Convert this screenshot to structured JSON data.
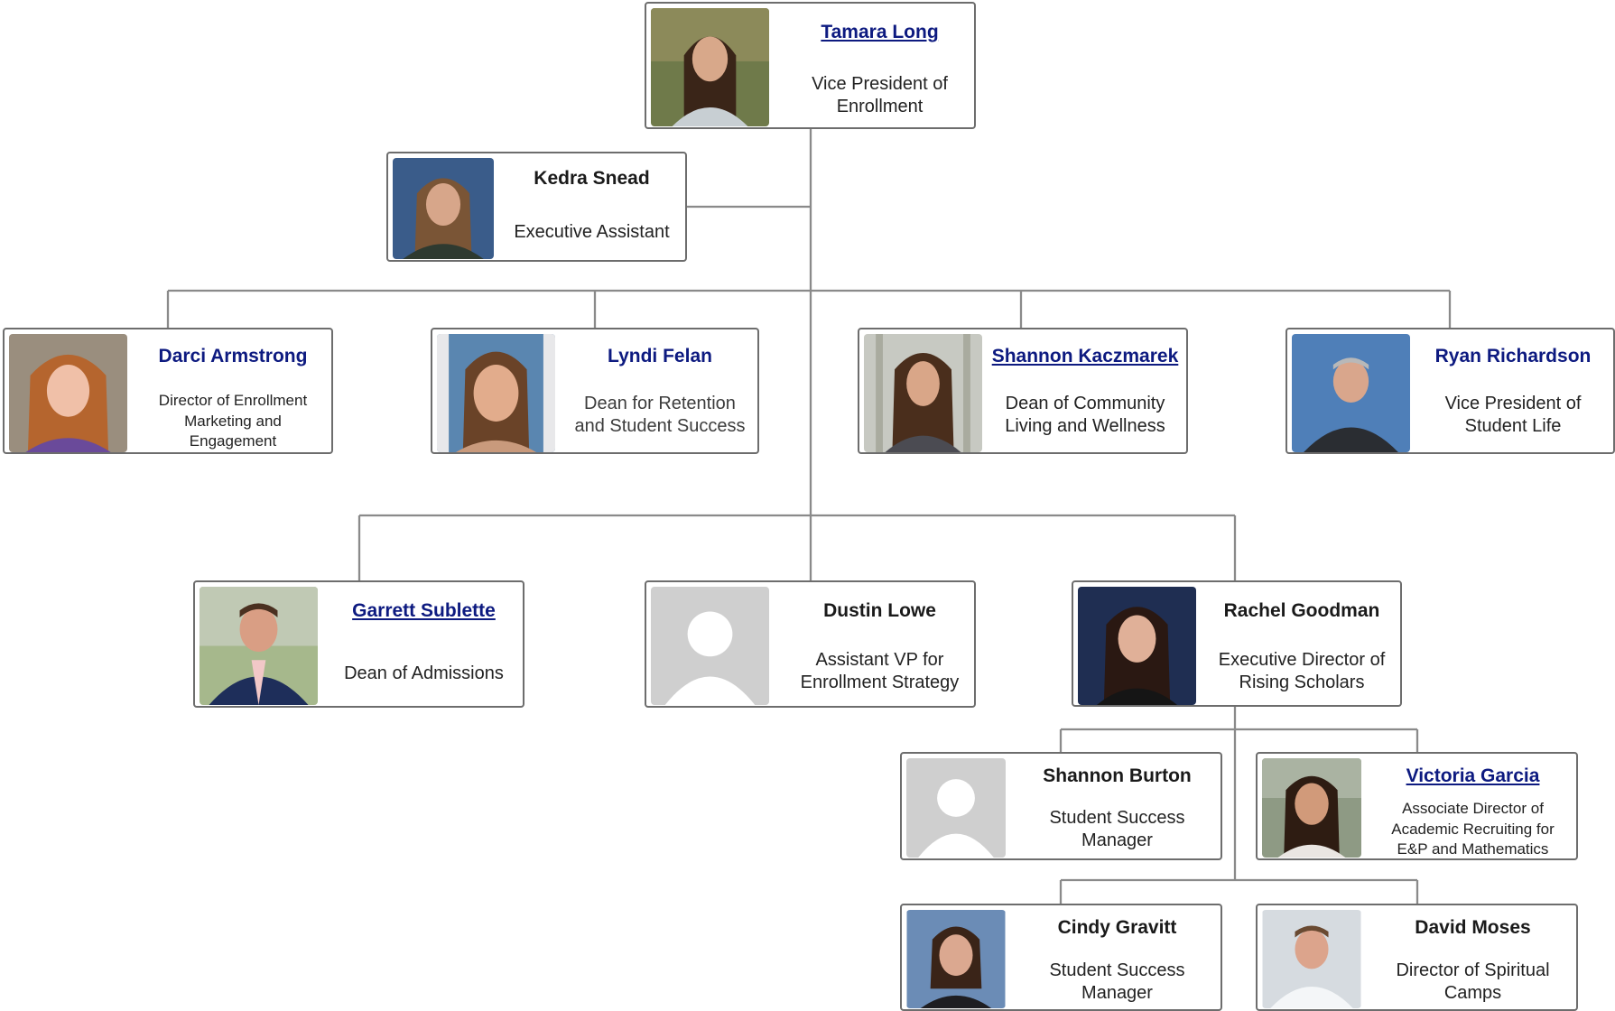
{
  "people": {
    "tamara": {
      "name": "Tamara Long",
      "title": "Vice President of\nEnrollment"
    },
    "kedra": {
      "name": "Kedra Snead",
      "title": "Executive Assistant"
    },
    "darci": {
      "name": "Darci Armstrong",
      "title": "Director of Enrollment\nMarketing and\nEngagement"
    },
    "lyndi": {
      "name": "Lyndi Felan",
      "title": "Dean for Retention\nand Student Success"
    },
    "shannonk": {
      "name": "Shannon Kaczmarek",
      "title": "Dean of Community\nLiving and Wellness"
    },
    "ryan": {
      "name": "Ryan Richardson",
      "title": "Vice President of\nStudent Life"
    },
    "garrett": {
      "name": "Garrett Sublette",
      "title": "Dean of Admissions"
    },
    "dustin": {
      "name": "Dustin Lowe",
      "title": "Assistant VP for\nEnrollment Strategy"
    },
    "rachel": {
      "name": "Rachel Goodman",
      "title": "Executive Director of\nRising Scholars"
    },
    "shannonb": {
      "name": "Shannon Burton",
      "title": "Student Success\nManager"
    },
    "victoria": {
      "name": "Victoria Garcia",
      "title": "Associate Director of\nAcademic Recruiting for\nE&P and Mathematics"
    },
    "cindy": {
      "name": "Cindy Gravitt",
      "title": "Student Success\nManager"
    },
    "david": {
      "name": "David Moses",
      "title": "Director of Spiritual\nCamps"
    }
  }
}
